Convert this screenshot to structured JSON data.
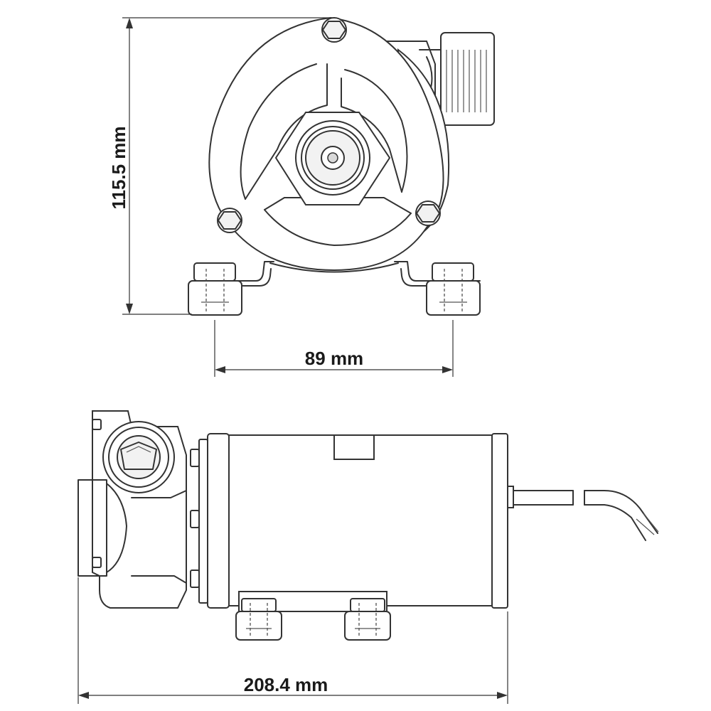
{
  "dimensions": {
    "height_label": "115.5 mm",
    "base_width_label": "89 mm",
    "length_label": "208.4 mm"
  },
  "colors": {
    "line": "#333333",
    "background": "#ffffff"
  }
}
